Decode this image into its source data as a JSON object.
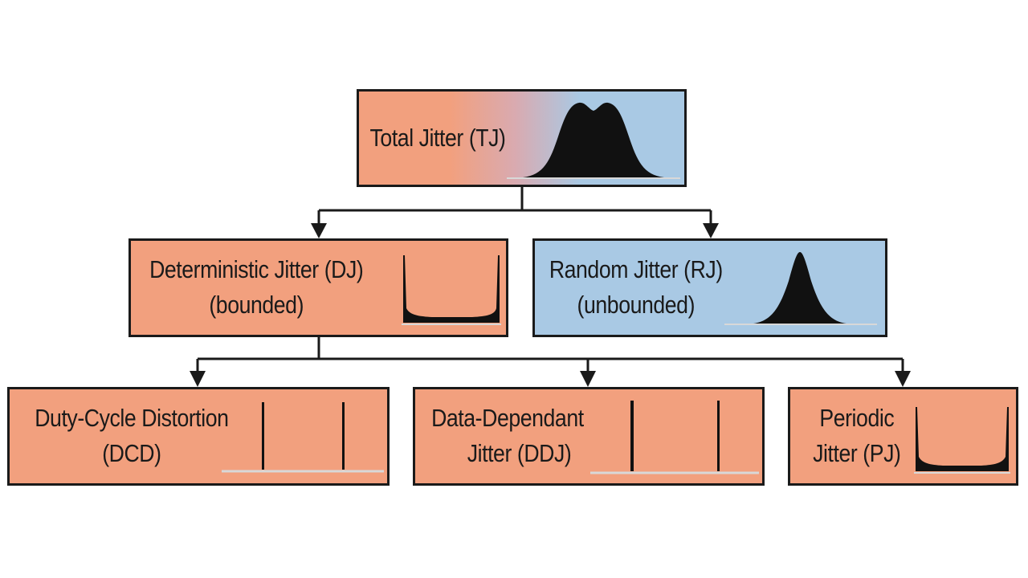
{
  "nodes": {
    "total": {
      "line1": "Total Jitter (TJ)",
      "waveform": "double-peak-histogram"
    },
    "deterministic": {
      "line1": "Deterministic Jitter (DJ)",
      "line2": "(bounded)",
      "waveform": "bathtub-histogram"
    },
    "random": {
      "line1": "Random Jitter (RJ)",
      "line2": "(unbounded)",
      "waveform": "gaussian-histogram"
    },
    "dcd": {
      "line1": "Duty-Cycle Distortion",
      "line2": "(DCD)",
      "waveform": "dual-impulse-histogram"
    },
    "ddj": {
      "line1": "Data-Dependant",
      "line2": "Jitter (DDJ)",
      "waveform": "dual-impulse-histogram"
    },
    "pj": {
      "line1": "Periodic",
      "line2": "Jitter (PJ)",
      "waveform": "bathtub-histogram"
    }
  },
  "colors": {
    "deterministic_fill": "#f2a07e",
    "random_fill": "#a9c9e4",
    "outline": "#1a1a1a",
    "baseline": "#d8d8d8"
  }
}
